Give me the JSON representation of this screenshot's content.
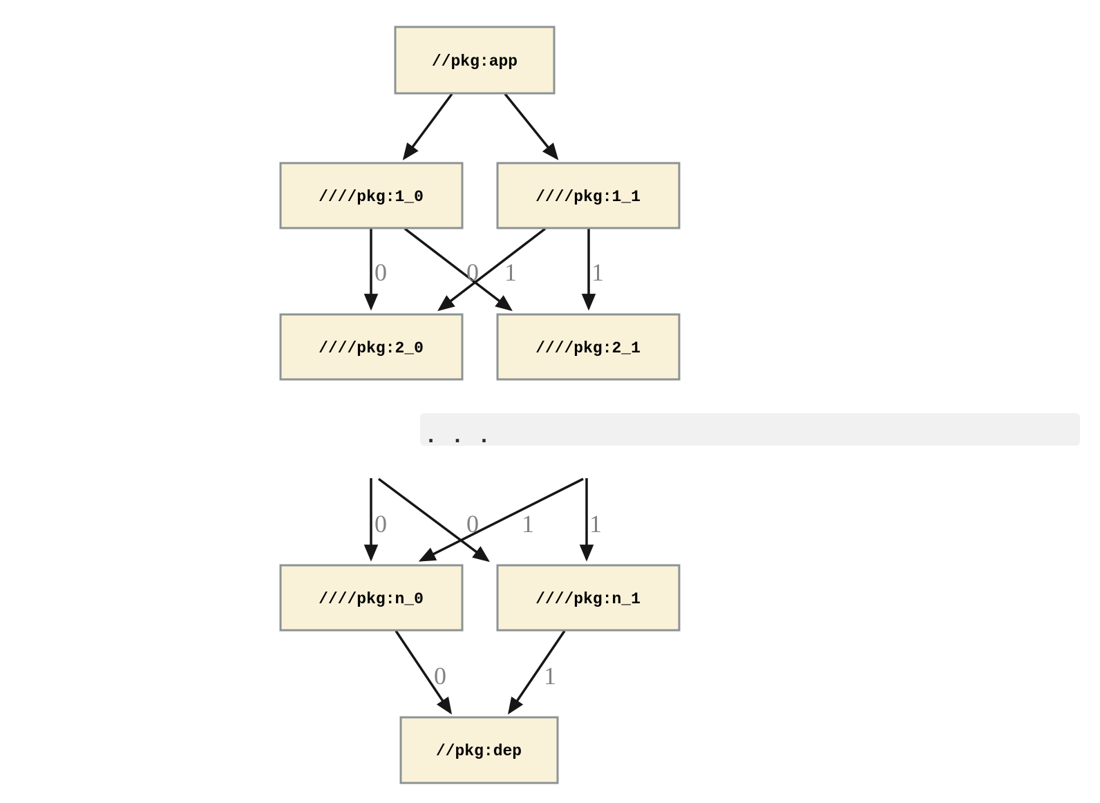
{
  "graph": {
    "colors": {
      "node_fill": "#FAF2D8",
      "node_border": "#8C9394",
      "node_text_color": "#000000",
      "edge_color": "#161616",
      "edge_label_color": "#828282",
      "ellipsis_bar_fill": "#F1F1F1",
      "ellipsis_text_color": "#2B2B2B",
      "background": "#FFFFFF"
    },
    "nodes": [
      {
        "label": "//pkg:app"
      },
      {
        "label": "////pkg:1_0"
      },
      {
        "label": "////pkg:1_1"
      },
      {
        "label": "////pkg:2_0"
      },
      {
        "label": "////pkg:2_1"
      },
      {
        "label": "////pkg:n_0"
      },
      {
        "label": "////pkg:n_1"
      },
      {
        "label": "//pkg:dep"
      }
    ],
    "ellipsis": ". . .",
    "edges": [
      {
        "from": "//pkg:app",
        "to": "////pkg:1_0",
        "label": ""
      },
      {
        "from": "//pkg:app",
        "to": "////pkg:1_1",
        "label": ""
      },
      {
        "from": "////pkg:1_0",
        "to": "////pkg:2_0",
        "label": "0"
      },
      {
        "from": "////pkg:1_0",
        "to": "////pkg:2_1",
        "label": "1"
      },
      {
        "from": "////pkg:1_1",
        "to": "////pkg:2_0",
        "label": "0"
      },
      {
        "from": "////pkg:1_1",
        "to": "////pkg:2_1",
        "label": "1"
      },
      {
        "from": "...",
        "to": "////pkg:n_0",
        "label": "0"
      },
      {
        "from": "...",
        "to": "////pkg:n_1",
        "label": "1"
      },
      {
        "from": "...",
        "to": "////pkg:n_0",
        "label": "0"
      },
      {
        "from": "...",
        "to": "////pkg:n_1",
        "label": "1"
      },
      {
        "from": "////pkg:n_0",
        "to": "//pkg:dep",
        "label": "0"
      },
      {
        "from": "////pkg:n_1",
        "to": "//pkg:dep",
        "label": "1"
      }
    ]
  }
}
